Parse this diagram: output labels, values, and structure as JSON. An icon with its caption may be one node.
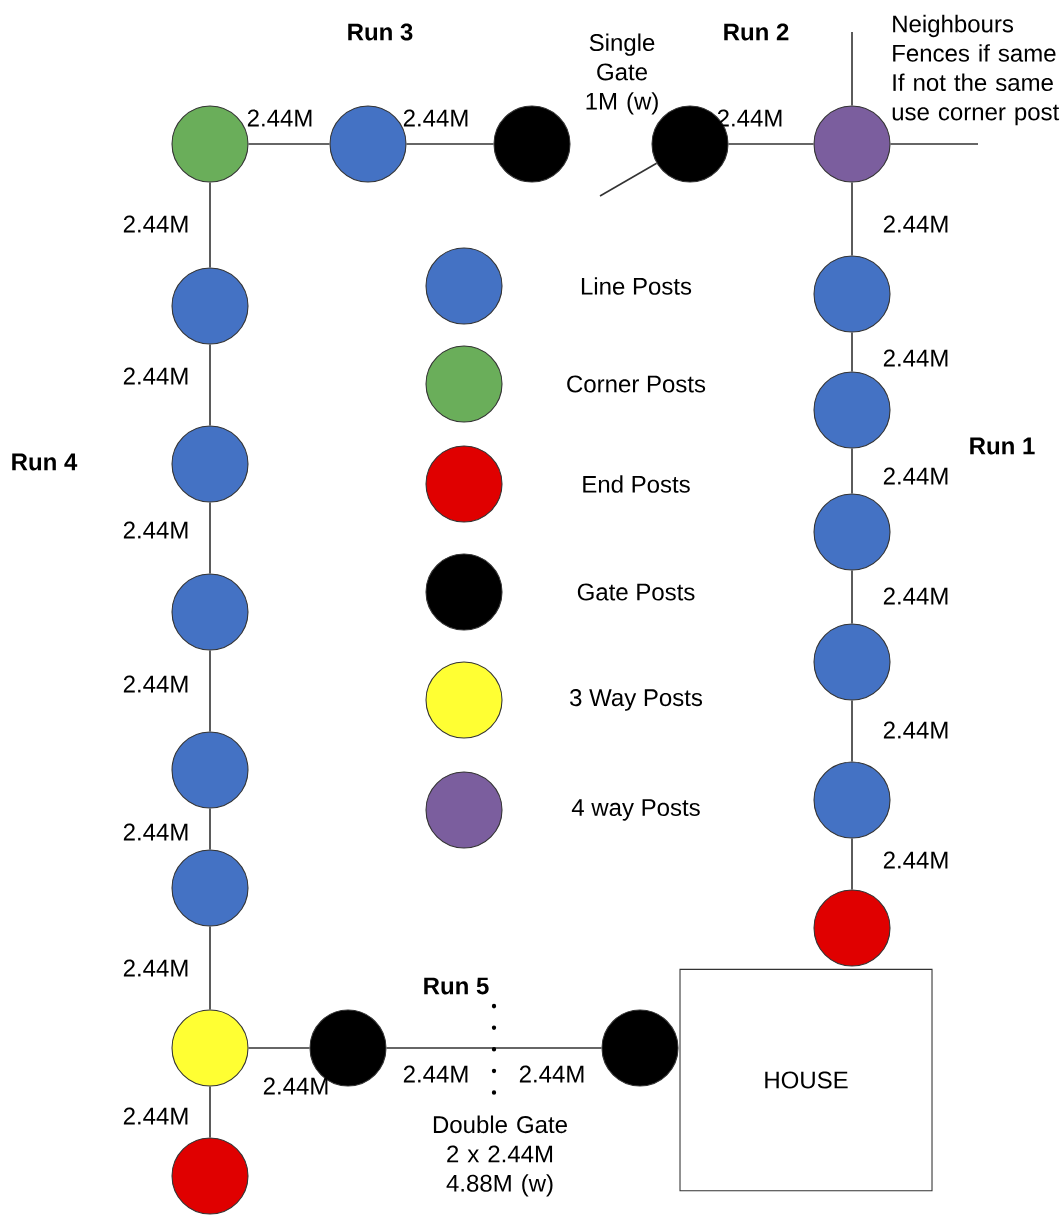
{
  "diagram": {
    "nodes": [
      {
        "text": [],
        "shape": "circle"
      },
      {
        "text": [],
        "shape": "circle"
      },
      {
        "text": [],
        "shape": "circle"
      },
      {
        "text": [],
        "shape": "circle"
      },
      {
        "text": [],
        "shape": "circle"
      },
      {
        "text": [],
        "shape": "circle"
      },
      {
        "text": [],
        "shape": "circle"
      },
      {
        "text": [],
        "shape": "circle"
      },
      {
        "text": [],
        "shape": "circle"
      },
      {
        "text": [],
        "shape": "circle"
      },
      {
        "text": [],
        "shape": "circle"
      },
      {
        "text": [],
        "shape": "circle"
      },
      {
        "text": [],
        "shape": "circle"
      },
      {
        "text": [],
        "shape": "circle"
      },
      {
        "text": [],
        "shape": "circle"
      },
      {
        "text": [],
        "shape": "circle"
      },
      {
        "text": [],
        "shape": "circle"
      },
      {
        "text": [],
        "shape": "circle"
      },
      {
        "text": [],
        "shape": "circle"
      },
      {
        "text": [
          "HOUSE"
        ]
      },
      {
        "text": [],
        "shape": "circle"
      }
    ],
    "edges": [
      {
        "from": 0,
        "to": 1,
        "arrow": "none",
        "label": "2.44M"
      },
      {
        "from": 1,
        "to": 2,
        "arrow": "none",
        "label": "2.44M"
      },
      {
        "from": 3,
        "to": 4,
        "arrow": "none",
        "label": "2.44M"
      },
      {
        "from": 4,
        "to": null,
        "arrow": "none"
      },
      {
        "from": 4,
        "to": null,
        "arrow": "none"
      },
      {
        "from": 3,
        "to": null,
        "arrow": "none"
      },
      {
        "from": 0,
        "to": 5,
        "arrow": "none",
        "label": "2.44M"
      },
      {
        "from": 5,
        "to": 6,
        "arrow": "none",
        "label": "2.44M"
      },
      {
        "from": 6,
        "to": 7,
        "arrow": "none",
        "label": "2.44M"
      },
      {
        "from": 7,
        "to": 8,
        "arrow": "none",
        "label": "2.44M"
      },
      {
        "from": 8,
        "to": 9,
        "arrow": "none",
        "label": "2.44M"
      },
      {
        "from": 9,
        "to": 16,
        "arrow": "none",
        "label": "2.44M"
      },
      {
        "from": 16,
        "to": 20,
        "arrow": "none",
        "label": "2.44M"
      },
      {
        "from": 16,
        "to": 17,
        "arrow": "none",
        "label": "2.44M"
      },
      {
        "from": 17,
        "to": 18,
        "arrow": "none",
        "label": "2.44M"
      },
      {
        "from": 4,
        "to": 10,
        "arrow": "none",
        "label": "2.44M"
      },
      {
        "from": 10,
        "to": 11,
        "arrow": "none",
        "label": "2.44M"
      },
      {
        "from": 11,
        "to": 12,
        "arrow": "none",
        "label": "2.44M"
      },
      {
        "from": 12,
        "to": 13,
        "arrow": "none",
        "label": "2.44M"
      },
      {
        "from": 13,
        "to": 14,
        "arrow": "none",
        "label": "2.44M"
      },
      {
        "from": 14,
        "to": 15,
        "arrow": "none",
        "label": "2.44M"
      }
    ],
    "labels": [
      "Run 3",
      "Run 2",
      "Single Gate 1M (w)",
      "Neighbours Fences if same If not the same use corner post",
      "Run 4",
      "Run 1",
      "Run 5",
      "2.44M",
      "Double Gate 2 x 2.44M 4.88M (w)"
    ],
    "legend": [
      {
        "text": "Line Posts",
        "color": "#4472c4"
      },
      {
        "text": "Corner Posts",
        "color": "#6aae5a"
      },
      {
        "text": "End Posts",
        "color": "#e00000"
      },
      {
        "text": "Gate Posts",
        "color": "#000000"
      },
      {
        "text": "3 Way Posts",
        "color": "#ffff33"
      },
      {
        "text": "4 way Posts",
        "color": "#7b5e9e"
      }
    ]
  }
}
